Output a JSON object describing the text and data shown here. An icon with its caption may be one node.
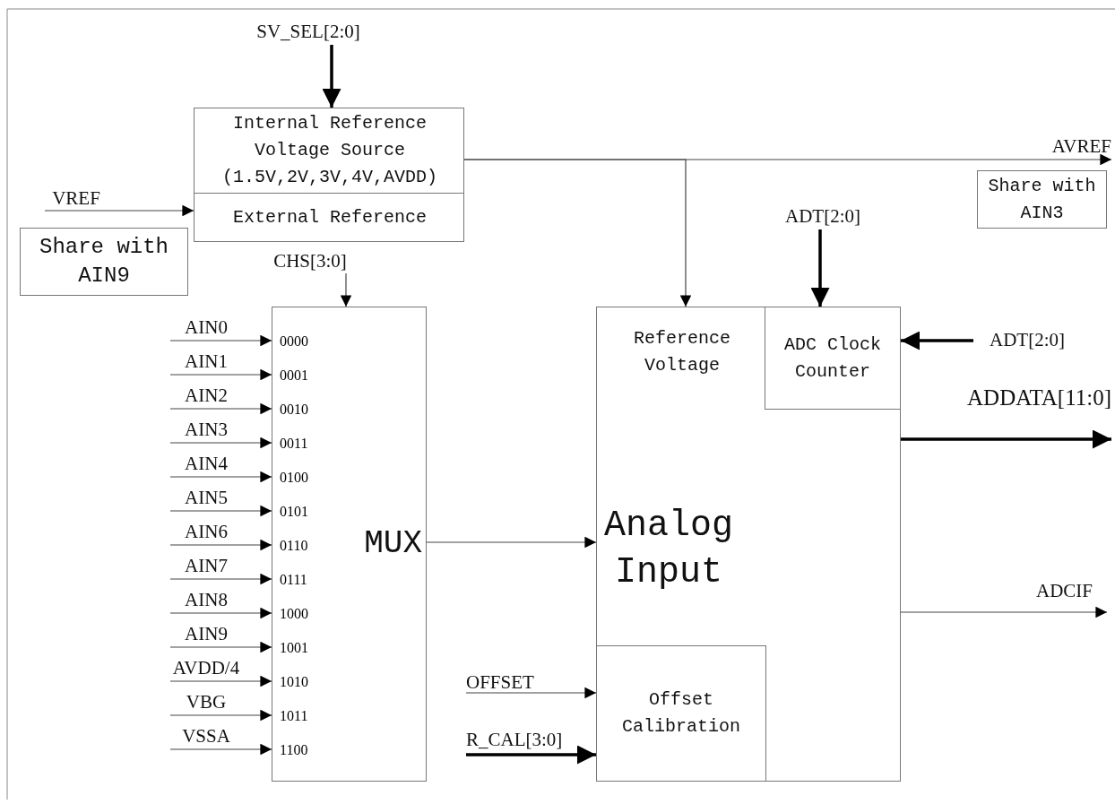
{
  "diagram": {
    "nodes": [
      {
        "text": [
          "SV_SEL[2:0]"
        ]
      },
      {
        "text": [
          "Internal Reference Voltage Source (1.5V,2V,3V,4V,AVDD)",
          "External Reference"
        ]
      },
      {
        "text": [
          "AVREF"
        ]
      },
      {
        "text": [
          "Share with AIN3"
        ]
      },
      {
        "text": [
          "ADT[2:0]"
        ]
      },
      {
        "text": [
          "VREF"
        ]
      },
      {
        "text": [
          "Share with AIN9"
        ]
      },
      {
        "text": [
          "CHS[3:0]"
        ]
      },
      {
        "text": [
          "MUX"
        ]
      },
      {
        "text": [
          "AIN0"
        ]
      },
      {
        "text": [
          "AIN1"
        ]
      },
      {
        "text": [
          "AIN2"
        ]
      },
      {
        "text": [
          "AIN3"
        ]
      },
      {
        "text": [
          "AIN4"
        ]
      },
      {
        "text": [
          "AIN5"
        ]
      },
      {
        "text": [
          "AIN6"
        ]
      },
      {
        "text": [
          "AIN7"
        ]
      },
      {
        "text": [
          "AIN8"
        ]
      },
      {
        "text": [
          "AIN9"
        ]
      },
      {
        "text": [
          "AVDD/4"
        ]
      },
      {
        "text": [
          "VBG"
        ]
      },
      {
        "text": [
          "VSSA"
        ]
      },
      {
        "text": [
          "Reference Voltage",
          "Analog Input"
        ]
      },
      {
        "text": [
          "ADC Clock Counter"
        ],
        "in": 22
      },
      {
        "text": [
          "ADT[2:0]"
        ]
      },
      {
        "text": [
          "ADDATA[11:0]"
        ]
      },
      {
        "text": [
          "ADCIF"
        ]
      },
      {
        "text": [
          "OFFSET"
        ]
      },
      {
        "text": [
          "R_CAL[3:0]"
        ]
      },
      {
        "text": [
          "Offset Calibration"
        ],
        "in": 22
      }
    ],
    "edges": [
      {
        "from": 0,
        "to": 1,
        "arrow": "to",
        "style": "thick"
      },
      {
        "from": 1,
        "to": 2,
        "arrow": "to"
      },
      {
        "from": 1,
        "to": 22,
        "arrow": "to"
      },
      {
        "from": 5,
        "to": 1,
        "arrow": "to"
      },
      {
        "from": 7,
        "to": 8,
        "arrow": "to"
      },
      {
        "from": 9,
        "to": 8,
        "arrow": "to"
      },
      {
        "from": 10,
        "to": 8,
        "arrow": "to"
      },
      {
        "from": 11,
        "to": 8,
        "arrow": "to"
      },
      {
        "from": 12,
        "to": 8,
        "arrow": "to"
      },
      {
        "from": 13,
        "to": 8,
        "arrow": "to"
      },
      {
        "from": 14,
        "to": 8,
        "arrow": "to"
      },
      {
        "from": 15,
        "to": 8,
        "arrow": "to"
      },
      {
        "from": 16,
        "to": 8,
        "arrow": "to"
      },
      {
        "from": 17,
        "to": 8,
        "arrow": "to"
      },
      {
        "from": 18,
        "to": 8,
        "arrow": "to"
      },
      {
        "from": 19,
        "to": 8,
        "arrow": "to"
      },
      {
        "from": 20,
        "to": 8,
        "arrow": "to"
      },
      {
        "from": 21,
        "to": 8,
        "arrow": "to"
      },
      {
        "from": 8,
        "to": 22,
        "arrow": "to"
      },
      {
        "from": 4,
        "to": 23,
        "arrow": "to",
        "style": "thick"
      },
      {
        "from": 24,
        "to": 23,
        "arrow": "to",
        "style": "thick"
      },
      {
        "from": 22,
        "to": 25,
        "arrow": "to",
        "style": "thick"
      },
      {
        "from": 22,
        "to": 26,
        "arrow": "to"
      },
      {
        "from": 27,
        "to": 29,
        "arrow": "to"
      },
      {
        "from": 28,
        "to": 29,
        "arrow": "to",
        "style": "thick"
      }
    ],
    "labels": [
      "0000",
      "0001",
      "0010",
      "0011",
      "0100",
      "0101",
      "0110",
      "0111",
      "1000",
      "1001",
      "1010",
      "1011",
      "1100"
    ]
  }
}
